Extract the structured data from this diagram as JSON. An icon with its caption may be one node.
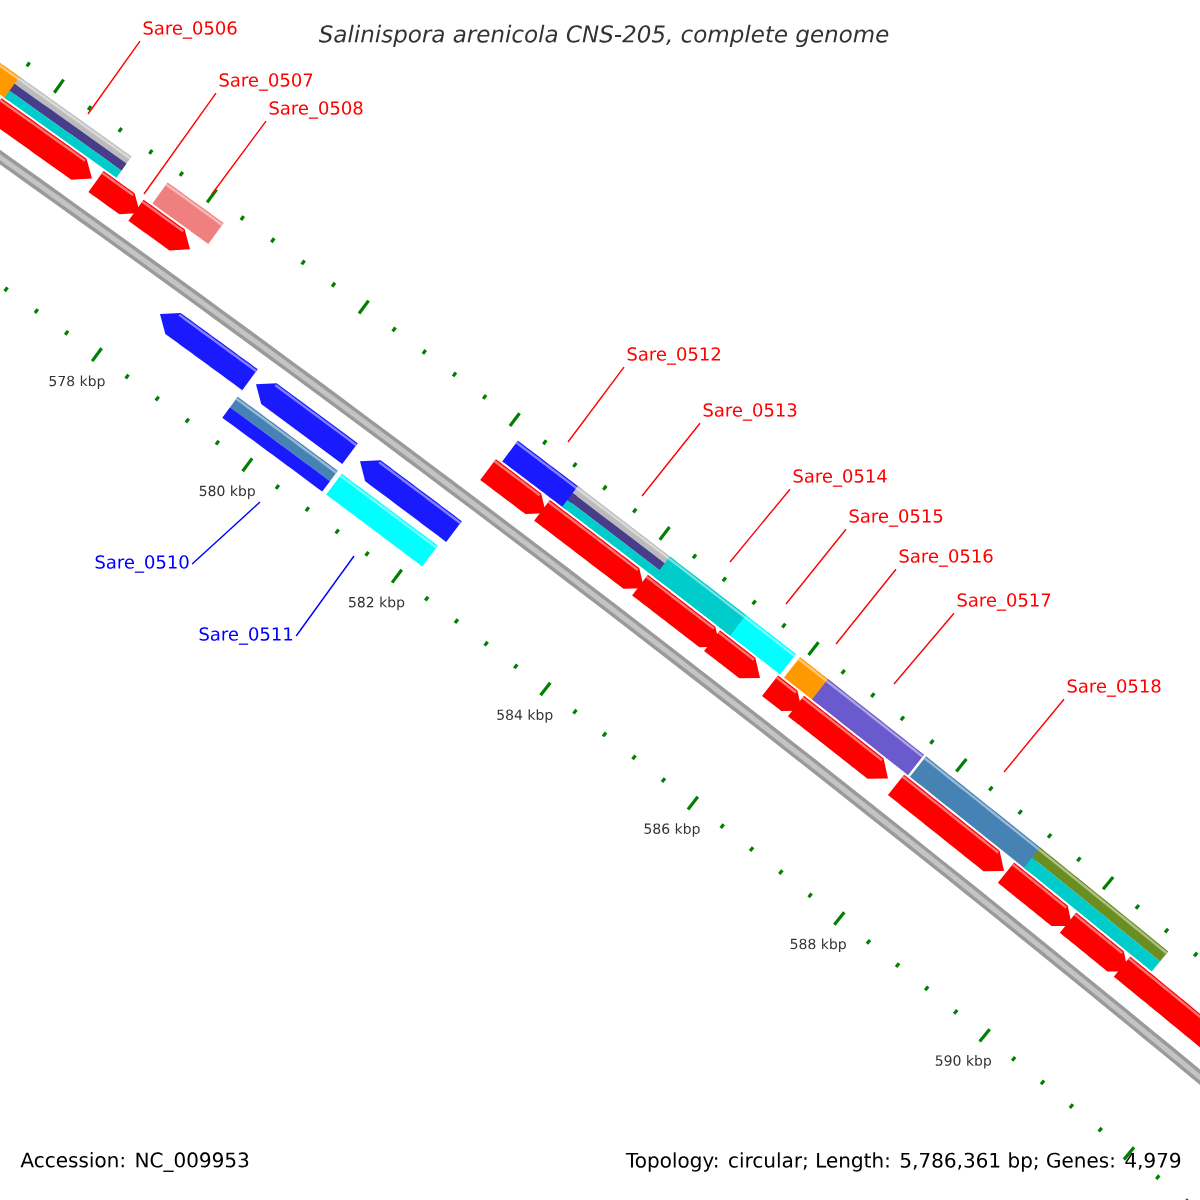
{
  "diagram": {
    "title": "Salinispora arenicola CNS-205, complete genome",
    "nodes": [
      {
        "text": [
          "Sare_0506"
        ]
      },
      {
        "text": [
          "Sare_0507"
        ]
      },
      {
        "text": [
          "Sare_0508"
        ]
      },
      {
        "text": [
          "Sare_0512"
        ]
      },
      {
        "text": [
          "Sare_0513"
        ]
      },
      {
        "text": [
          "Sare_0514"
        ]
      },
      {
        "text": [
          "Sare_0515"
        ]
      },
      {
        "text": [
          "Sare_0516"
        ]
      },
      {
        "text": [
          "Sare_0510"
        ]
      },
      {
        "text": [
          "Sare_0517"
        ]
      },
      {
        "text": [
          "Sare_0511"
        ]
      },
      {
        "text": [
          "Sare_0518"
        ]
      },
      {
        "text": [],
        "shape": "arrow"
      },
      {
        "text": [],
        "shape": "bar"
      },
      {
        "text": [],
        "shape": "bar"
      },
      {
        "text": [],
        "shape": "arrow"
      },
      {
        "text": [],
        "shape": "arrow"
      },
      {
        "text": [],
        "shape": "bar"
      },
      {
        "text": [],
        "shape": "arrow"
      },
      {
        "text": [],
        "shape": "bar"
      },
      {
        "text": [],
        "shape": "arrow"
      },
      {
        "text": [],
        "shape": "bar"
      },
      {
        "text": [],
        "shape": "arrow"
      },
      {
        "text": [],
        "shape": "arrow"
      },
      {
        "text": [],
        "shape": "bar"
      },
      {
        "text": [],
        "shape": "arrow"
      },
      {
        "text": [],
        "shape": "bar"
      },
      {
        "text": [],
        "shape": "arrow"
      },
      {
        "text": [],
        "shape": "bar"
      },
      {
        "text": [],
        "shape": "arrow"
      },
      {
        "text": [],
        "shape": "bar"
      },
      {
        "text": [],
        "shape": "arrow"
      },
      {
        "text": [],
        "shape": "bar"
      },
      {
        "text": [],
        "shape": "arrow"
      },
      {
        "text": [],
        "shape": "bar"
      },
      {
        "text": [],
        "shape": "arrow"
      },
      {
        "text": [],
        "shape": "bar"
      },
      {
        "text": [],
        "shape": "arrow"
      },
      {
        "text": [],
        "shape": "bar"
      },
      {
        "text": [],
        "shape": "arrow"
      },
      {
        "text": [],
        "shape": "arrow"
      }
    ],
    "edges": [
      {
        "from": 0,
        "to": 14,
        "arrow": "none"
      },
      {
        "from": 1,
        "to": 15,
        "arrow": "none"
      },
      {
        "from": 2,
        "to": 17,
        "arrow": "none"
      },
      {
        "from": 3,
        "to": 24,
        "arrow": "none"
      },
      {
        "from": 4,
        "to": 26,
        "arrow": "none"
      },
      {
        "from": 5,
        "to": 28,
        "arrow": "none"
      },
      {
        "from": 6,
        "to": 30,
        "arrow": "none"
      },
      {
        "from": 7,
        "to": 32,
        "arrow": "none"
      },
      {
        "from": 8,
        "to": 19,
        "arrow": "none",
        "color": "#0000ff"
      },
      {
        "from": 9,
        "to": 34,
        "arrow": "none"
      },
      {
        "from": 10,
        "to": 21,
        "arrow": "none",
        "color": "#0000ff"
      },
      {
        "from": 11,
        "to": 36,
        "arrow": "none"
      }
    ],
    "labels": [
      "578 kbp",
      "580 kbp",
      "582 kbp",
      "584 kbp",
      "586 kbp",
      "588 kbp",
      "590 kbp",
      "Accession: NC_009953",
      "Topology: circular; Length: 5,786,361 bp; Genes: 4,979"
    ]
  }
}
